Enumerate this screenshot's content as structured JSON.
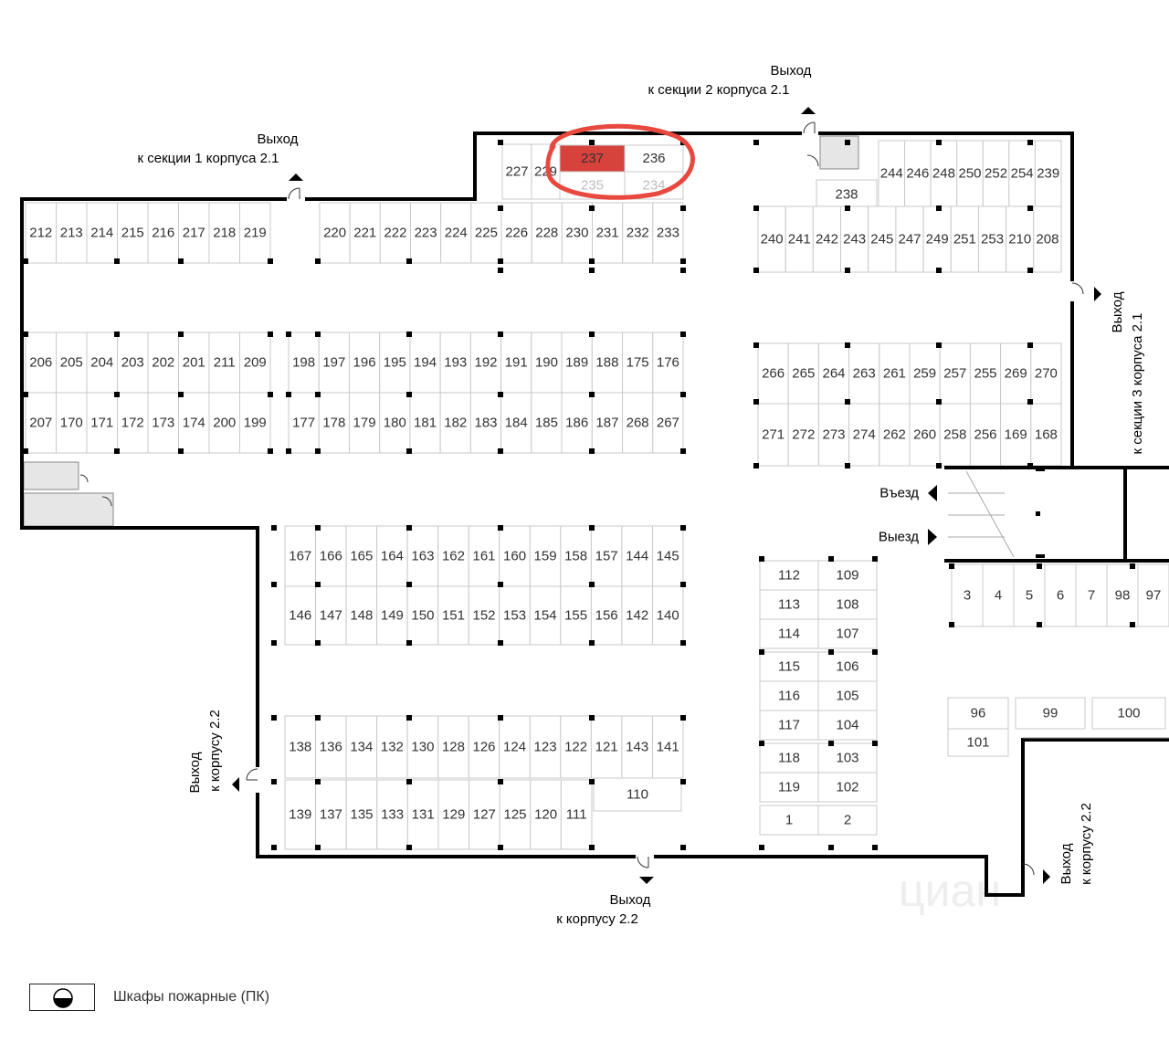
{
  "colors": {
    "highlight": "#d7423d",
    "circle": "#e8493f",
    "wall": "#000000",
    "spot_border": "#c9c9c9",
    "storage": "#e6e6e6"
  },
  "highlighted_spot": "237",
  "spots": [
    {
      "label": "212"
    },
    {
      "label": "213"
    },
    {
      "label": "214"
    },
    {
      "label": "215"
    },
    {
      "label": "216"
    },
    {
      "label": "217"
    },
    {
      "label": "218"
    },
    {
      "label": "219"
    },
    {
      "label": "220"
    },
    {
      "label": "221"
    },
    {
      "label": "222"
    },
    {
      "label": "223"
    },
    {
      "label": "224"
    },
    {
      "label": "225"
    },
    {
      "label": "226"
    },
    {
      "label": "228"
    },
    {
      "label": "230"
    },
    {
      "label": "231"
    },
    {
      "label": "232"
    },
    {
      "label": "233"
    },
    {
      "label": "227"
    },
    {
      "label": "229"
    },
    {
      "label": "237"
    },
    {
      "label": "236"
    },
    {
      "label": "235"
    },
    {
      "label": "234"
    },
    {
      "label": "238"
    },
    {
      "label": "244"
    },
    {
      "label": "246"
    },
    {
      "label": "248"
    },
    {
      "label": "250"
    },
    {
      "label": "252"
    },
    {
      "label": "254"
    },
    {
      "label": "239"
    },
    {
      "label": "240"
    },
    {
      "label": "241"
    },
    {
      "label": "242"
    },
    {
      "label": "243"
    },
    {
      "label": "245"
    },
    {
      "label": "247"
    },
    {
      "label": "249"
    },
    {
      "label": "251"
    },
    {
      "label": "253"
    },
    {
      "label": "210"
    },
    {
      "label": "208"
    },
    {
      "label": "206"
    },
    {
      "label": "205"
    },
    {
      "label": "204"
    },
    {
      "label": "203"
    },
    {
      "label": "202"
    },
    {
      "label": "201"
    },
    {
      "label": "211"
    },
    {
      "label": "209"
    },
    {
      "label": "207"
    },
    {
      "label": "170"
    },
    {
      "label": "171"
    },
    {
      "label": "172"
    },
    {
      "label": "173"
    },
    {
      "label": "174"
    },
    {
      "label": "200"
    },
    {
      "label": "199"
    },
    {
      "label": "198"
    },
    {
      "label": "197"
    },
    {
      "label": "196"
    },
    {
      "label": "195"
    },
    {
      "label": "194"
    },
    {
      "label": "193"
    },
    {
      "label": "192"
    },
    {
      "label": "191"
    },
    {
      "label": "190"
    },
    {
      "label": "189"
    },
    {
      "label": "188"
    },
    {
      "label": "175"
    },
    {
      "label": "176"
    },
    {
      "label": "177"
    },
    {
      "label": "178"
    },
    {
      "label": "179"
    },
    {
      "label": "180"
    },
    {
      "label": "181"
    },
    {
      "label": "182"
    },
    {
      "label": "183"
    },
    {
      "label": "184"
    },
    {
      "label": "185"
    },
    {
      "label": "186"
    },
    {
      "label": "187"
    },
    {
      "label": "268"
    },
    {
      "label": "267"
    },
    {
      "label": "266"
    },
    {
      "label": "265"
    },
    {
      "label": "264"
    },
    {
      "label": "263"
    },
    {
      "label": "261"
    },
    {
      "label": "259"
    },
    {
      "label": "257"
    },
    {
      "label": "255"
    },
    {
      "label": "269"
    },
    {
      "label": "270"
    },
    {
      "label": "271"
    },
    {
      "label": "272"
    },
    {
      "label": "273"
    },
    {
      "label": "274"
    },
    {
      "label": "262"
    },
    {
      "label": "260"
    },
    {
      "label": "258"
    },
    {
      "label": "256"
    },
    {
      "label": "169"
    },
    {
      "label": "168"
    },
    {
      "label": "167"
    },
    {
      "label": "166"
    },
    {
      "label": "165"
    },
    {
      "label": "164"
    },
    {
      "label": "163"
    },
    {
      "label": "162"
    },
    {
      "label": "161"
    },
    {
      "label": "160"
    },
    {
      "label": "159"
    },
    {
      "label": "158"
    },
    {
      "label": "157"
    },
    {
      "label": "144"
    },
    {
      "label": "145"
    },
    {
      "label": "146"
    },
    {
      "label": "147"
    },
    {
      "label": "148"
    },
    {
      "label": "149"
    },
    {
      "label": "150"
    },
    {
      "label": "151"
    },
    {
      "label": "152"
    },
    {
      "label": "153"
    },
    {
      "label": "154"
    },
    {
      "label": "155"
    },
    {
      "label": "156"
    },
    {
      "label": "142"
    },
    {
      "label": "140"
    },
    {
      "label": "138"
    },
    {
      "label": "136"
    },
    {
      "label": "134"
    },
    {
      "label": "132"
    },
    {
      "label": "130"
    },
    {
      "label": "128"
    },
    {
      "label": "126"
    },
    {
      "label": "124"
    },
    {
      "label": "123"
    },
    {
      "label": "122"
    },
    {
      "label": "121"
    },
    {
      "label": "143"
    },
    {
      "label": "141"
    },
    {
      "label": "139"
    },
    {
      "label": "137"
    },
    {
      "label": "135"
    },
    {
      "label": "133"
    },
    {
      "label": "131"
    },
    {
      "label": "129"
    },
    {
      "label": "127"
    },
    {
      "label": "125"
    },
    {
      "label": "120"
    },
    {
      "label": "111"
    },
    {
      "label": "110"
    },
    {
      "label": "112"
    },
    {
      "label": "109"
    },
    {
      "label": "113"
    },
    {
      "label": "108"
    },
    {
      "label": "114"
    },
    {
      "label": "107"
    },
    {
      "label": "115"
    },
    {
      "label": "106"
    },
    {
      "label": "116"
    },
    {
      "label": "105"
    },
    {
      "label": "117"
    },
    {
      "label": "104"
    },
    {
      "label": "118"
    },
    {
      "label": "103"
    },
    {
      "label": "119"
    },
    {
      "label": "102"
    },
    {
      "label": "1"
    },
    {
      "label": "2"
    },
    {
      "label": "3"
    },
    {
      "label": "4"
    },
    {
      "label": "5"
    },
    {
      "label": "6"
    },
    {
      "label": "7"
    },
    {
      "label": "98"
    },
    {
      "label": "97"
    },
    {
      "label": "96"
    },
    {
      "label": "99"
    },
    {
      "label": "100"
    },
    {
      "label": "101"
    }
  ],
  "exits": {
    "exit_top_left": {
      "line1": "Выход",
      "line2": "к секции 1 корпуса 2.1"
    },
    "exit_top_center": {
      "line1": "Выход",
      "line2": "к секции 2 корпуса 2.1"
    },
    "exit_right": {
      "line1": "Выход",
      "line2": "к секции 3 корпуса 2.1"
    },
    "exit_left": {
      "line1": "Выход",
      "line2": "к корпусу 2.2"
    },
    "exit_bottom": {
      "line1": "Выход",
      "line2": "к корпусу 2.2"
    },
    "exit_bottom_right": {
      "line1": "Выход",
      "line2": "к корпусу 2.2"
    }
  },
  "lanes": {
    "entry": "Въезд",
    "exit": "Выезд"
  },
  "legend": {
    "label": "Шкафы пожарные (ПК)",
    "icon": "fire-cabinet-icon"
  },
  "watermark": "циан"
}
